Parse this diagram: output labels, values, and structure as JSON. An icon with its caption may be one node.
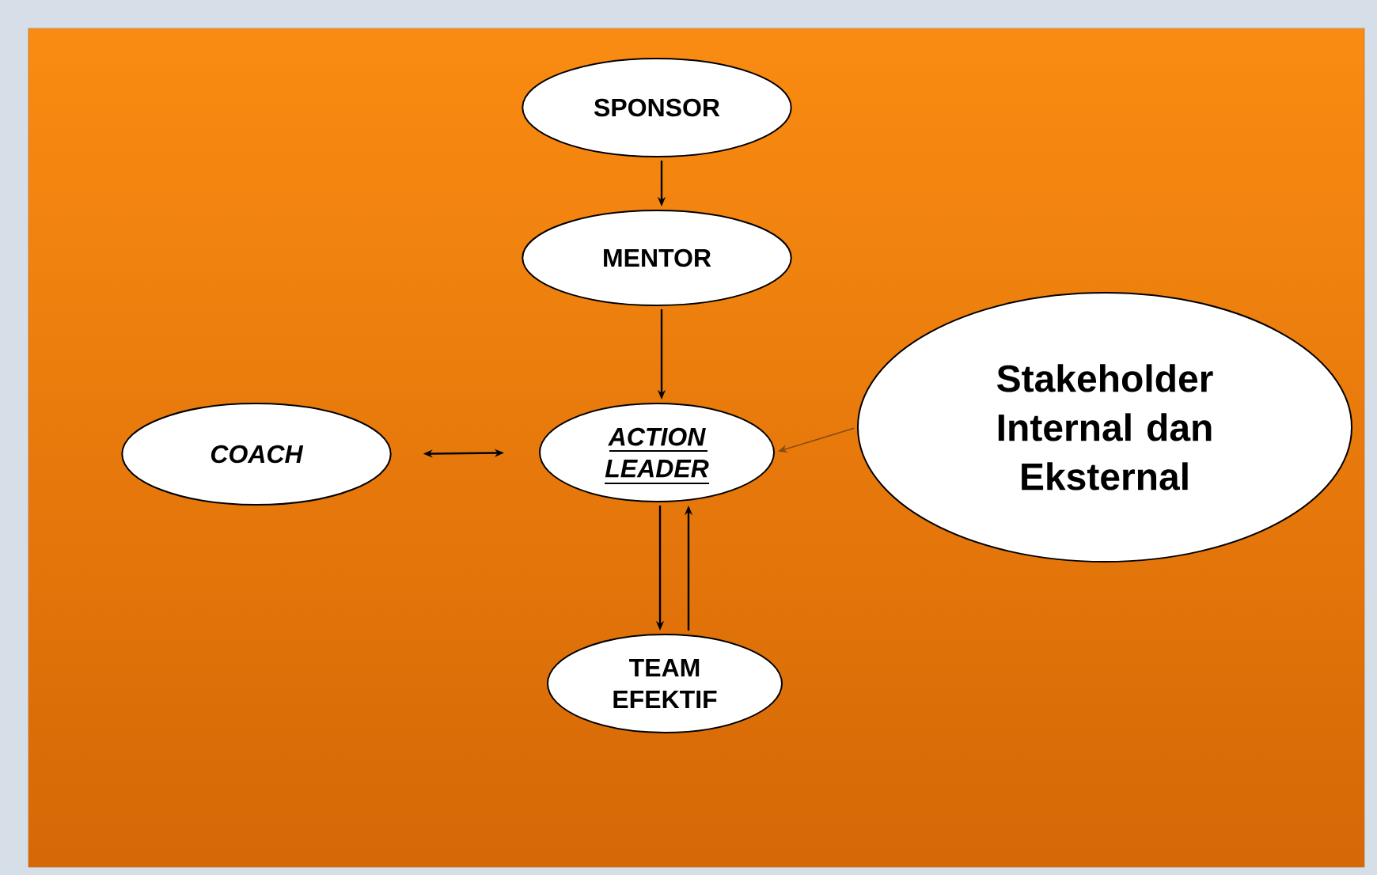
{
  "diagram": {
    "nodes": [
      {
        "text": [
          "SPONSOR"
        ]
      },
      {
        "text": [
          "MENTOR"
        ]
      },
      {
        "text": [
          "COACH"
        ]
      },
      {
        "text": [
          "ACTION LEADER"
        ]
      },
      {
        "text": [
          "Stakeholder Internal dan Eksternal"
        ]
      },
      {
        "text": [
          "TEAM EFEKTIF"
        ]
      }
    ],
    "edges": [
      {
        "from": 0,
        "to": 1,
        "arrow": "to"
      },
      {
        "from": 1,
        "to": 3,
        "arrow": "to"
      },
      {
        "from": 2,
        "to": 3,
        "arrow": "both"
      },
      {
        "from": 4,
        "to": 3,
        "arrow": "to",
        "color": "#8a4a10"
      },
      {
        "from": 3,
        "to": 5,
        "arrow": "to"
      },
      {
        "from": 5,
        "to": 3,
        "arrow": "to"
      }
    ]
  }
}
